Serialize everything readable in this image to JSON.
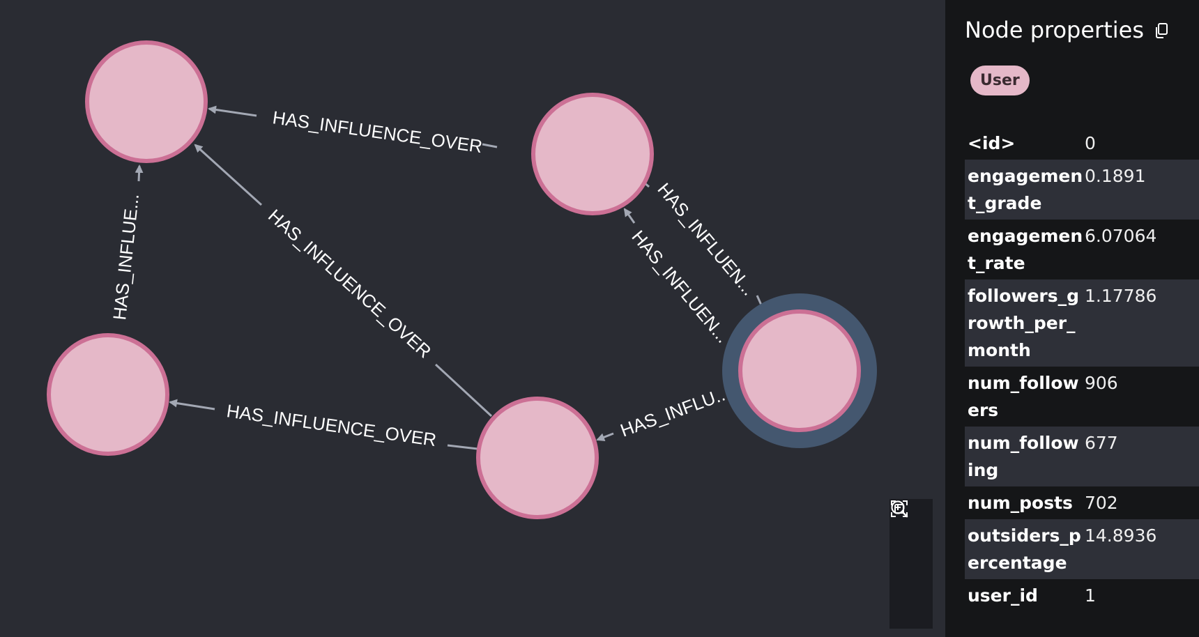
{
  "graph": {
    "edge_label_full": "HAS_INFLUENCE_OVER",
    "edge_label_short1": "HAS_INFLUE...",
    "edge_label_short2": "HAS_INFLUEN...",
    "edge_label_short3": "HAS_INFLUEN...",
    "edge_label_short4": "HAS_INFLU...",
    "node_fill": "#e5b8c8",
    "node_stroke": "#cc7095",
    "selection_halo": "#44576f"
  },
  "zoom": {
    "zoom_in_icon": "zoom-in-icon",
    "zoom_out_icon": "zoom-out-icon",
    "fit_icon": "fit-to-screen-icon"
  },
  "panel": {
    "title": "Node properties",
    "copy_icon": "copy-icon",
    "label": "User",
    "properties": [
      {
        "key": "<id>",
        "value": "0"
      },
      {
        "key": "engagement_grade",
        "value": "0.1891"
      },
      {
        "key": "engagement_rate",
        "value": "6.07064"
      },
      {
        "key": "followers_growth_per_month",
        "value": "1.17786"
      },
      {
        "key": "num_followers",
        "value": "906"
      },
      {
        "key": "num_following",
        "value": "677"
      },
      {
        "key": "num_posts",
        "value": "702"
      },
      {
        "key": "outsiders_percentage",
        "value": "14.8936"
      },
      {
        "key": "user_id",
        "value": "1"
      }
    ]
  }
}
